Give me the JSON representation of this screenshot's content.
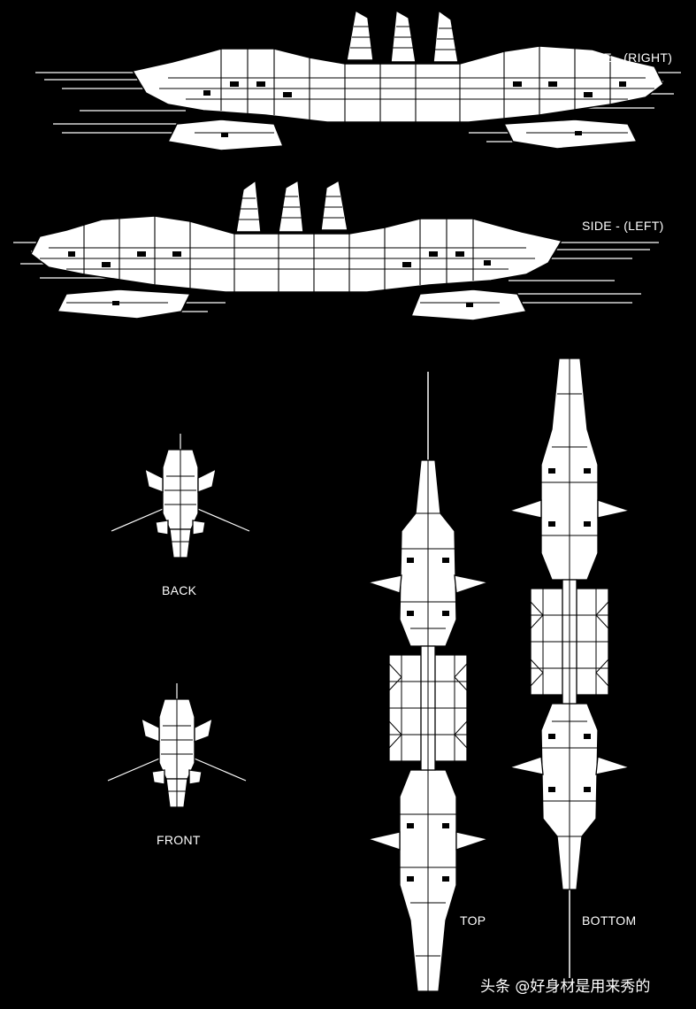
{
  "views": {
    "side_right": "SIDE - (RIGHT)",
    "side_left": "SIDE - (LEFT)",
    "back": "BACK",
    "front": "FRONT",
    "top": "TOP",
    "bottom": "BOTTOM"
  },
  "watermark": {
    "text": "头条 @好身材是用来秀的"
  }
}
